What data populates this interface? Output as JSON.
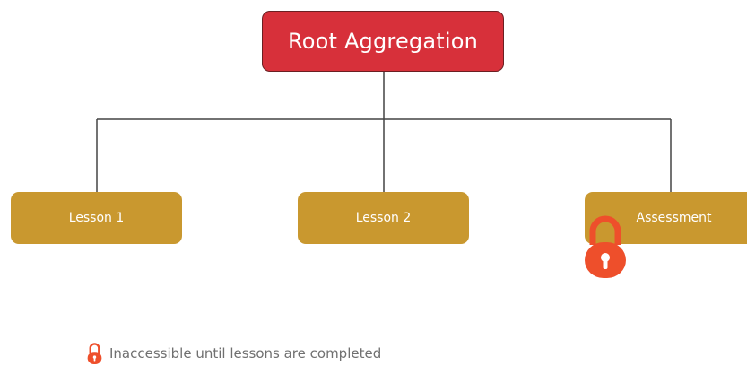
{
  "root": {
    "label": "Root Aggregation"
  },
  "children": [
    {
      "label": "Lesson 1"
    },
    {
      "label": "Lesson 2"
    },
    {
      "label": "Assessment",
      "locked": true
    }
  ],
  "legend": {
    "icon": "lock-icon",
    "text": "Inaccessible until lessons are completed"
  },
  "colors": {
    "root": "#d7303a",
    "leaf": "#c9982f",
    "lock": "#ee4f2b",
    "connector": "#444444"
  }
}
